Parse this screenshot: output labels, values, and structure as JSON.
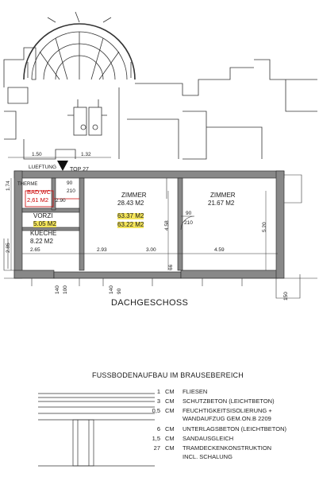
{
  "floor_title": "DACHGESCHOSS",
  "top_marker": "TOP 27",
  "rooms": {
    "lueftung": "LUEFTUNG",
    "therme": "THERME",
    "bad_wc": "BAD,WC",
    "bad_area": "2,61 M2",
    "vorzi": "VORZI",
    "vorzi_area": "5.05 M2",
    "kueche": "KUECHE",
    "kueche_area": "8.22 M2",
    "zimmer1": "ZIMMER",
    "zimmer1_area": "28.43 M2",
    "zimmer2": "ZIMMER",
    "zimmer2_area": "21.67 M2",
    "area_a": "63.37 M2",
    "area_b": "63.22 M2"
  },
  "dimensions": {
    "d150": "1.50",
    "d132": "1.32",
    "d290": "2.90",
    "d265": "2.65",
    "d293": "2.93",
    "d300": "3.00",
    "d459": "4.59",
    "d458": "4.58",
    "d520": "5.20",
    "d285": "2.85",
    "d174": "1.74",
    "d90a": "90",
    "d210a": "210",
    "d90b": "90",
    "d210b": "210",
    "d140a": "140",
    "d140b": "140",
    "d90c": "90",
    "d100": "100",
    "d150b": "150",
    "d66": "66"
  },
  "legend": {
    "title": "FUSSBODENAUFBAU IM BRAUSEBEREICH",
    "layers": [
      {
        "thickness": "1",
        "unit": "CM",
        "desc": "FLIESEN"
      },
      {
        "thickness": "3",
        "unit": "CM",
        "desc": "SCHUTZBETON  (LEICHTBETON)"
      },
      {
        "thickness": "0,5",
        "unit": "CM",
        "desc": "FEUCHTIGKEITSISOLIERUNG +"
      },
      {
        "thickness": "",
        "unit": "",
        "desc": "WANDAUFZUG GEM.ON.B 2209"
      },
      {
        "thickness": "6",
        "unit": "CM",
        "desc": "UNTERLAGSBETON  (LEICHTBETON)"
      },
      {
        "thickness": "1,5",
        "unit": "CM",
        "desc": "SANDAUSGLEICH"
      },
      {
        "thickness": "27",
        "unit": "CM",
        "desc": "TRAMDECKENKONSTRUKTION"
      },
      {
        "thickness": "",
        "unit": "",
        "desc": "INCL. SCHALUNG"
      }
    ]
  }
}
